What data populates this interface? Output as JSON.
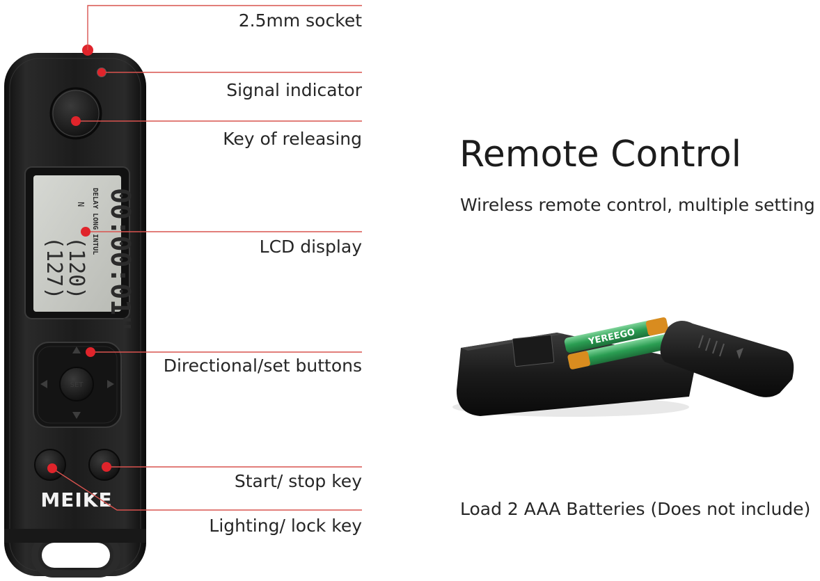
{
  "callouts": [
    {
      "label": "2.5mm socket"
    },
    {
      "label": "Signal indicator"
    },
    {
      "label": "Key of releasing"
    },
    {
      "label": "LCD display"
    },
    {
      "label": "Directional/set buttons"
    },
    {
      "label": "Start/ stop key"
    },
    {
      "label": "Lighting/ lock key"
    }
  ],
  "title": "Remote Control",
  "subtitle": "Wireless remote control, multiple setting",
  "battery_note": "Load 2 AAA  Batteries (Does not include)",
  "device": {
    "brand": "MEIKE",
    "lcd": {
      "modes": "DELAY  LONG  INTUL",
      "time": "00:00:01\"",
      "counter_a": "(120)",
      "counter_b": "(127)",
      "n_label": "N"
    },
    "set_label": "SET",
    "battery_brand": "YEREEGO"
  },
  "colors": {
    "callout_line": "#d9534f",
    "callout_dot": "#e0242b",
    "device_body": "#1b1b1b",
    "lcd_bg": "#c9cbc6",
    "battery_green": "#2a9d52"
  }
}
